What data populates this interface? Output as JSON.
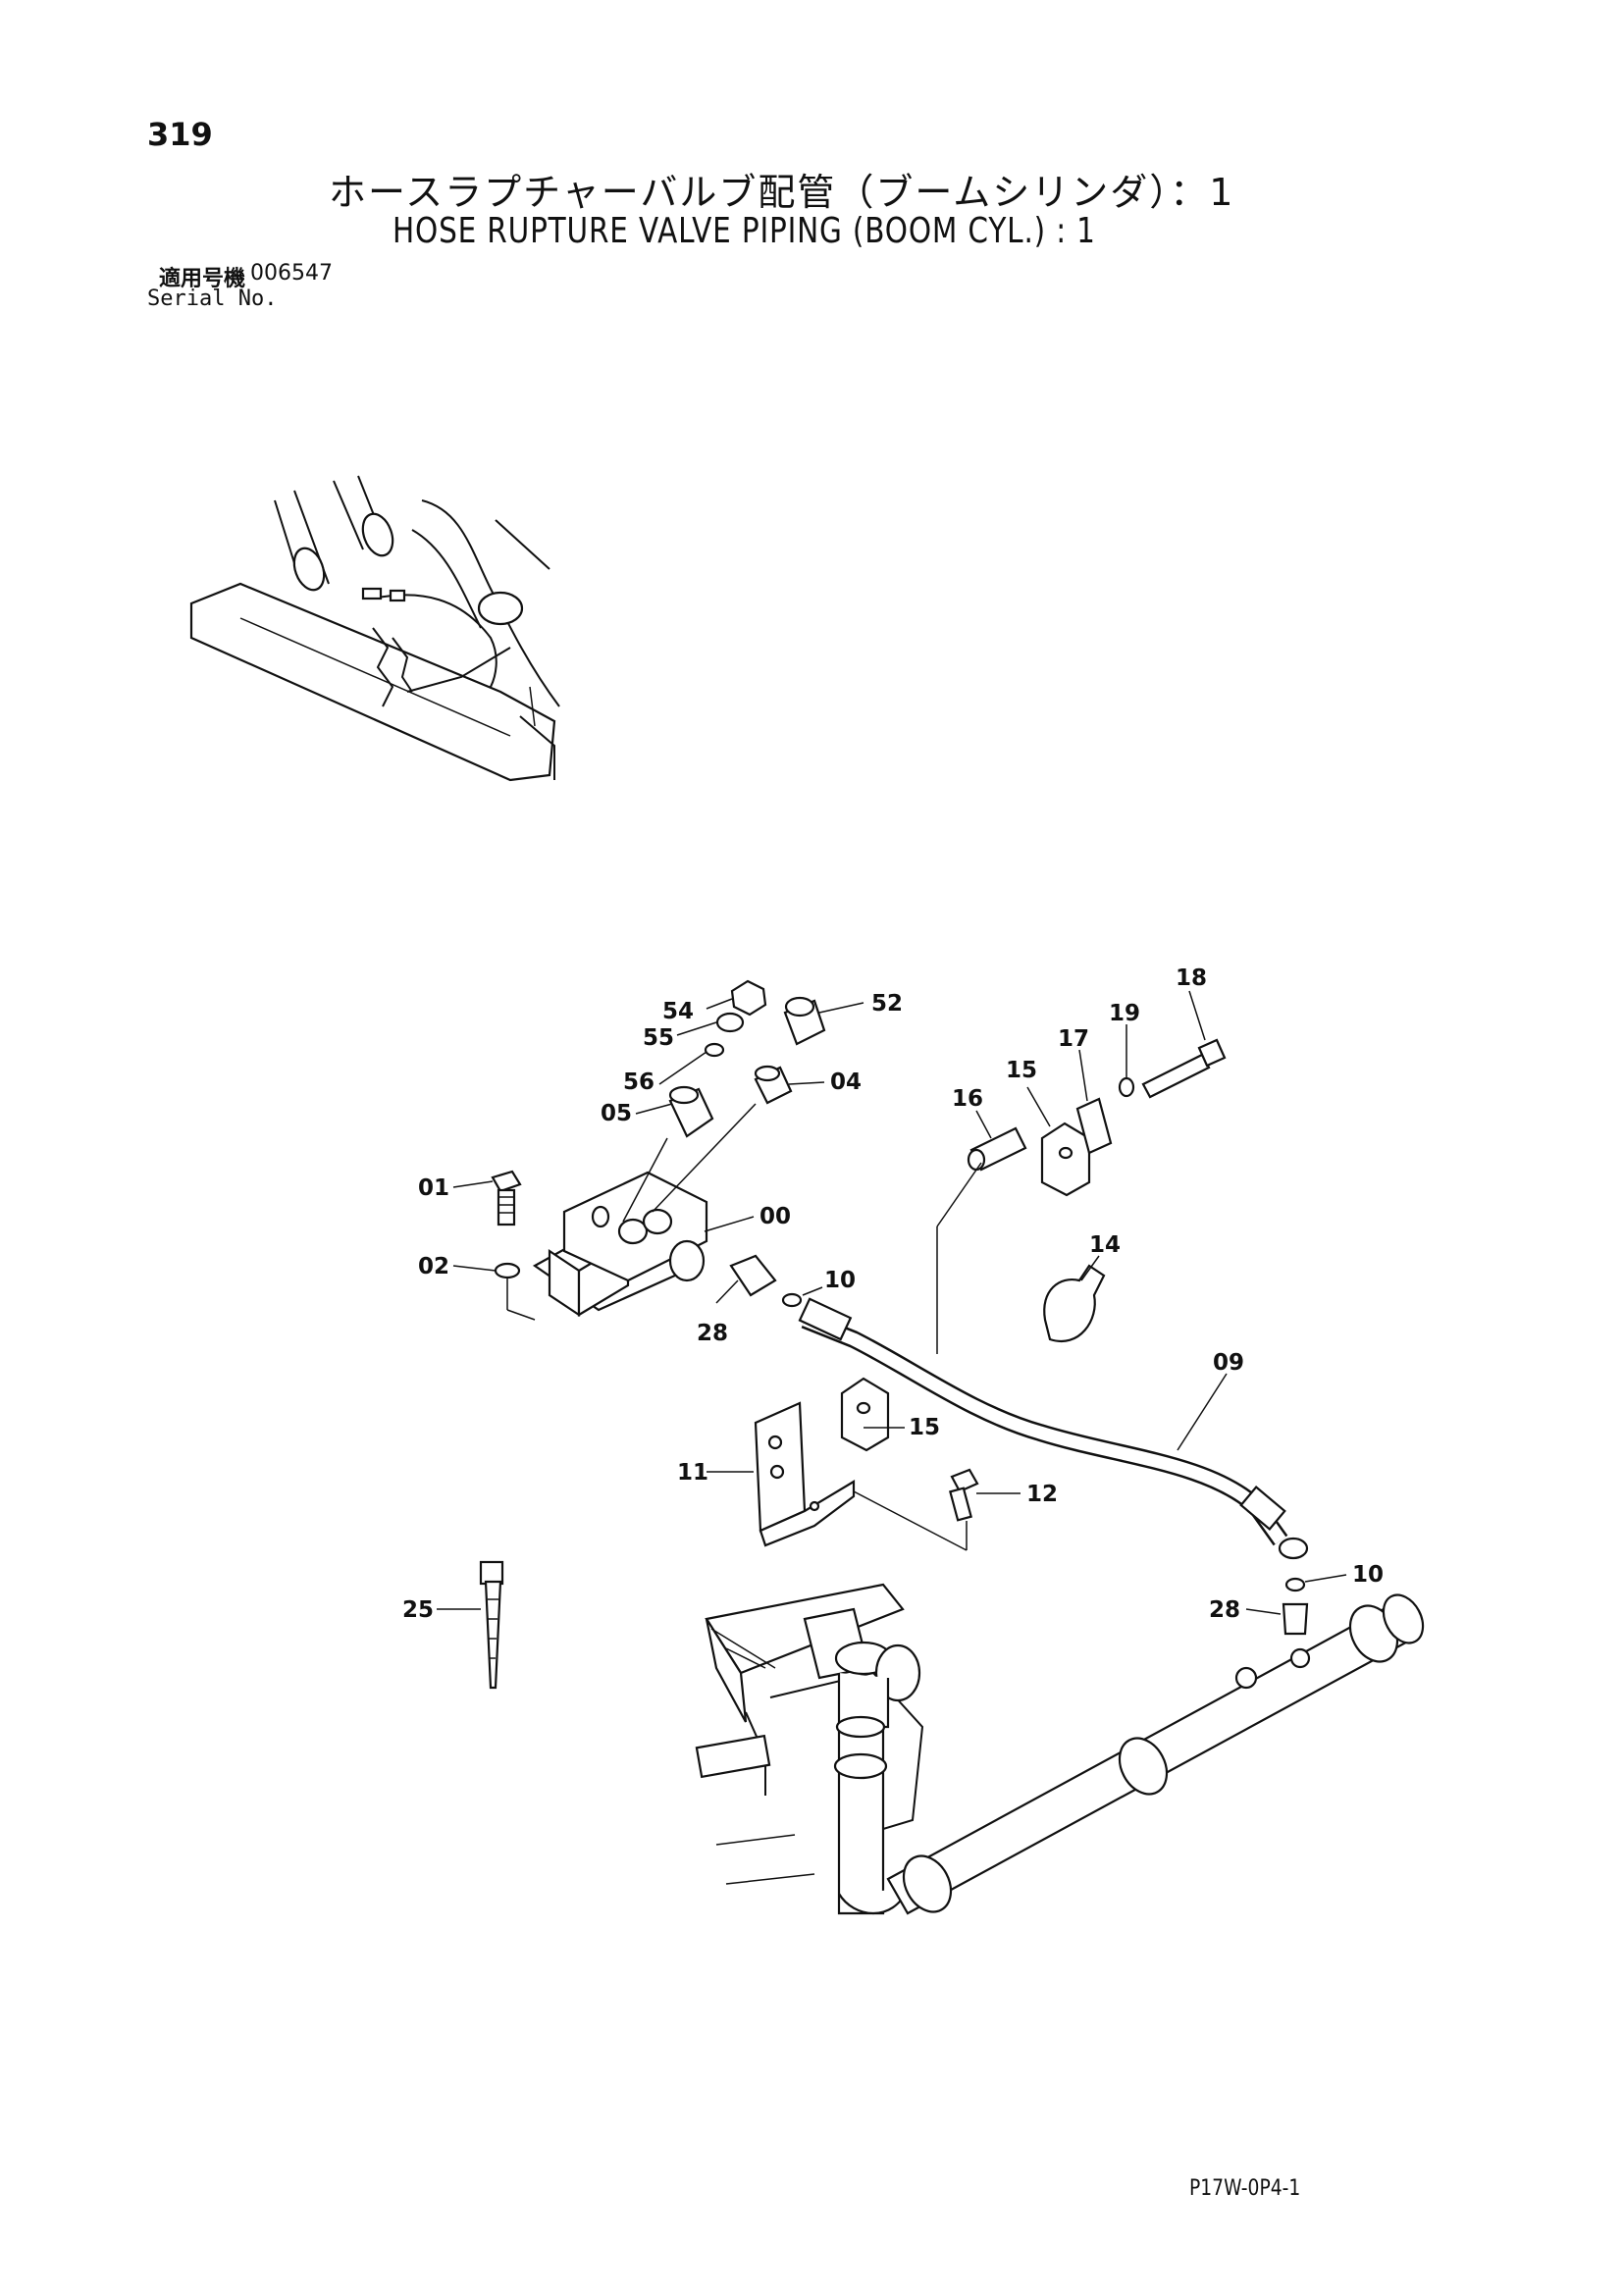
{
  "page": {
    "number": "319",
    "title_jp": "ホースラプチャーバルブ配管（ブームシリンダ）：1",
    "title_en": "HOSE RUPTURE VALVE PIPING (BOOM CYL.) : 1",
    "serial_label_jp": "適用号機",
    "serial_value": "006547",
    "serial_label_en": "Serial No.",
    "doc_code": "P17W-0P4-1"
  },
  "callouts": {
    "c54": "54",
    "c55": "55",
    "c56": "56",
    "c52": "52",
    "c04": "04",
    "c05": "05",
    "c01": "01",
    "c02": "02",
    "c00": "00",
    "c28a": "28",
    "c10a": "10",
    "c16": "16",
    "c15a": "15",
    "c17": "17",
    "c19": "19",
    "c18": "18",
    "c14": "14",
    "c09": "09",
    "c15b": "15",
    "c11": "11",
    "c12": "12",
    "c10b": "10",
    "c28b": "28",
    "c25": "25"
  }
}
